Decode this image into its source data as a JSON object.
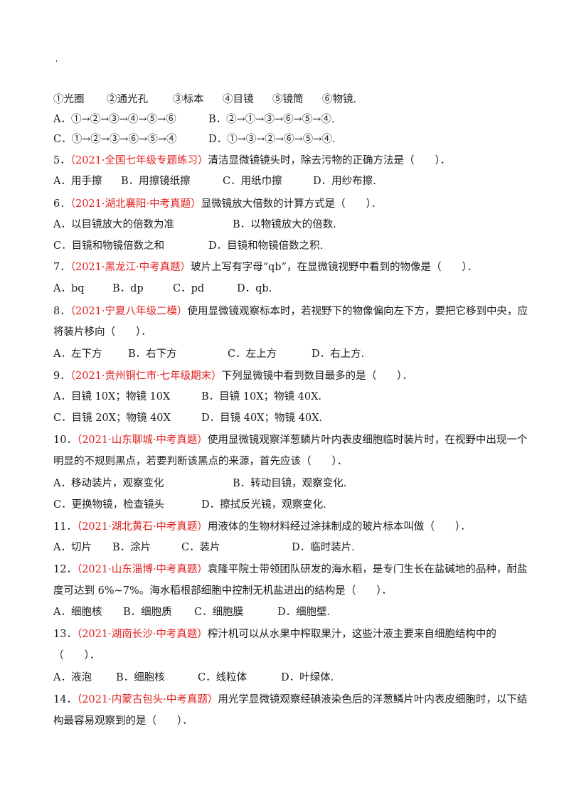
{
  "top_mark": "'",
  "q4_parts": [
    "①光圈",
    "②通光孔",
    "③标本",
    "④目镜",
    "⑤镜筒",
    "⑥物镜."
  ],
  "q4_options": {
    "A": "A．①→②→③→④→⑤→⑥",
    "B": "B．②→①→③→⑥→⑤→④.",
    "C": "C．①→②→③→⑥→⑤→④",
    "D": "D．①→③→②→⑥→⑤→④."
  },
  "q5": {
    "num": "5．",
    "src": "（2021·全国七年级专题练习）",
    "text": "清洁显微镜镜头时，除去污物的正确方法是（　　）．",
    "A": "A．用手擦",
    "B": "B．用擦镜纸擦",
    "C": "C．用纸巾擦",
    "D": "D．用纱布擦."
  },
  "q6": {
    "num": "6．",
    "src": "（2021·湖北襄阳·中考真题）",
    "text": "显微镜放大倍数的计算方式是（　　）．",
    "A": "A．以目镜放大的倍数为准",
    "B": "B．以物镜放大的倍数.",
    "C": "C．目镜和物镜倍数之和",
    "D": "D．目镜和物镜倍数之积."
  },
  "q7": {
    "num": "7．",
    "src": "（2021·黑龙江·中考真题）",
    "text": "玻片上写有字母“qb”，在显微镜视野中看到的物像是（　　）．",
    "A": "A．bq",
    "B": "B．dp",
    "C": "C．pd",
    "D": "D．qb."
  },
  "q8": {
    "num": "8．",
    "src": "（2021·宁夏八年级二模）",
    "text": "使用显微镜观察标本时，若视野下的物像偏向左下方，要把它移到中央，应",
    "text2": "将装片移向（　　）．",
    "A": "A．左下方",
    "B": "B．右下方",
    "C": "C．左上方",
    "D": "D．右上方."
  },
  "q9": {
    "num": "9．",
    "src": "（2021·贵州铜仁市·七年级期末）",
    "text": "下列显微镜中看到数目最多的是（　　）．",
    "A": "A．目镜 10X；物镜 10X",
    "B": "B．目镜 10X；物镜 40X.",
    "C": "C．目镜 20X；物镜 40X",
    "D": "D．目镜 40X；物镜 40X."
  },
  "q10": {
    "num": "10．",
    "src": "（2021·山东聊城·中考真题）",
    "text": "使用显微镜观察洋葱鳞片叶内表皮细胞临时装片时，在视野中出现一个",
    "text2": "明显的不规则黑点，若要判断该黑点的来源，首先应该（　　）．",
    "A": "A．移动装片，观察变化",
    "B": "B．转动目镜，观察变化.",
    "C": "C．更换物镜，检查镜头",
    "D": "D．擦拭反光镜，观察变化."
  },
  "q11": {
    "num": "11．",
    "src": "（2021·湖北黄石·中考真题）",
    "text": "用液体的生物材料经过涂抹制成的玻片标本叫做（　　）．",
    "A": "A．切片",
    "B": "B．涂片",
    "C": "C．装片",
    "D": "D．临时装片."
  },
  "q12": {
    "num": "12．",
    "src": "（2021·山东淄博·中考真题）",
    "text": "袁隆平院士带领团队研发的海水稻，是专门生长在盐碱地的品种，耐盐",
    "text2": "度可达到 6%~7%。海水稻根部细胞中控制无机盐进出的结构是（　　）．",
    "A": "A．细胞核",
    "B": "B．细胞质",
    "C": "C．细胞膜",
    "D": "D．细胞壁."
  },
  "q13": {
    "num": "13．",
    "src": "（2021·湖南长沙·中考真题）",
    "text": "榨汁机可以从水果中榨取果汁，这些汁液主要来自细胞结构中的",
    "text2": "（　　）．",
    "A": "A．液泡",
    "B": "B．细胞核",
    "C": "C．线粒体",
    "D": "D．叶绿体."
  },
  "q14": {
    "num": "14．",
    "src": "（2021·内蒙古包头·中考真题）",
    "text": "用光学显微镜观察经碘液染色后的洋葱鳞片叶内表皮细胞时，以下结",
    "text2": "构最容易观察到的是（　　）．"
  }
}
